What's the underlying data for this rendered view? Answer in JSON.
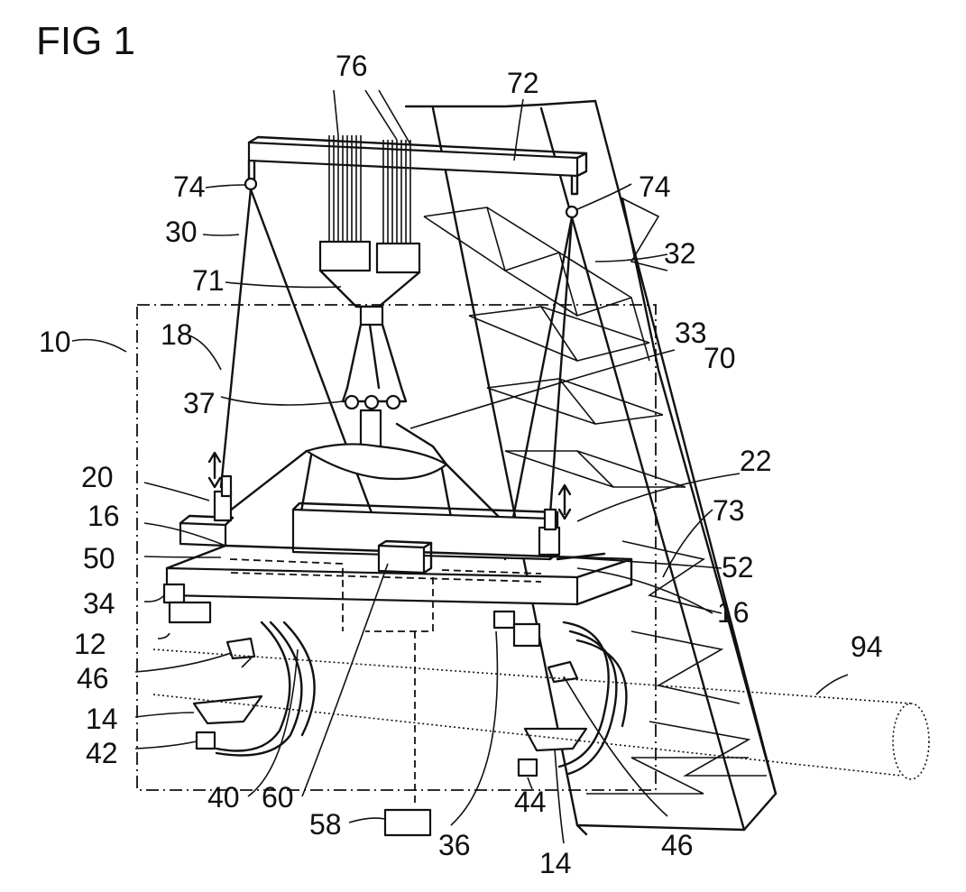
{
  "figure": {
    "title": "FIG 1",
    "labels": {
      "r10": "10",
      "r12": "12",
      "r14a": "14",
      "r14b": "14",
      "r16a": "16",
      "r16b": "16",
      "r18": "18",
      "r20": "20",
      "r22": "22",
      "r30": "30",
      "r32": "32",
      "r33": "33",
      "r34": "34",
      "r36": "36",
      "r37": "37",
      "r40": "40",
      "r42": "42",
      "r44": "44",
      "r46a": "46",
      "r46b": "46",
      "r50": "50",
      "r52": "52",
      "r58": "58",
      "r60": "60",
      "r70": "70",
      "r71": "71",
      "r72": "72",
      "r73": "73",
      "r74a": "74",
      "r74b": "74",
      "r76": "76",
      "r94": "94"
    }
  }
}
